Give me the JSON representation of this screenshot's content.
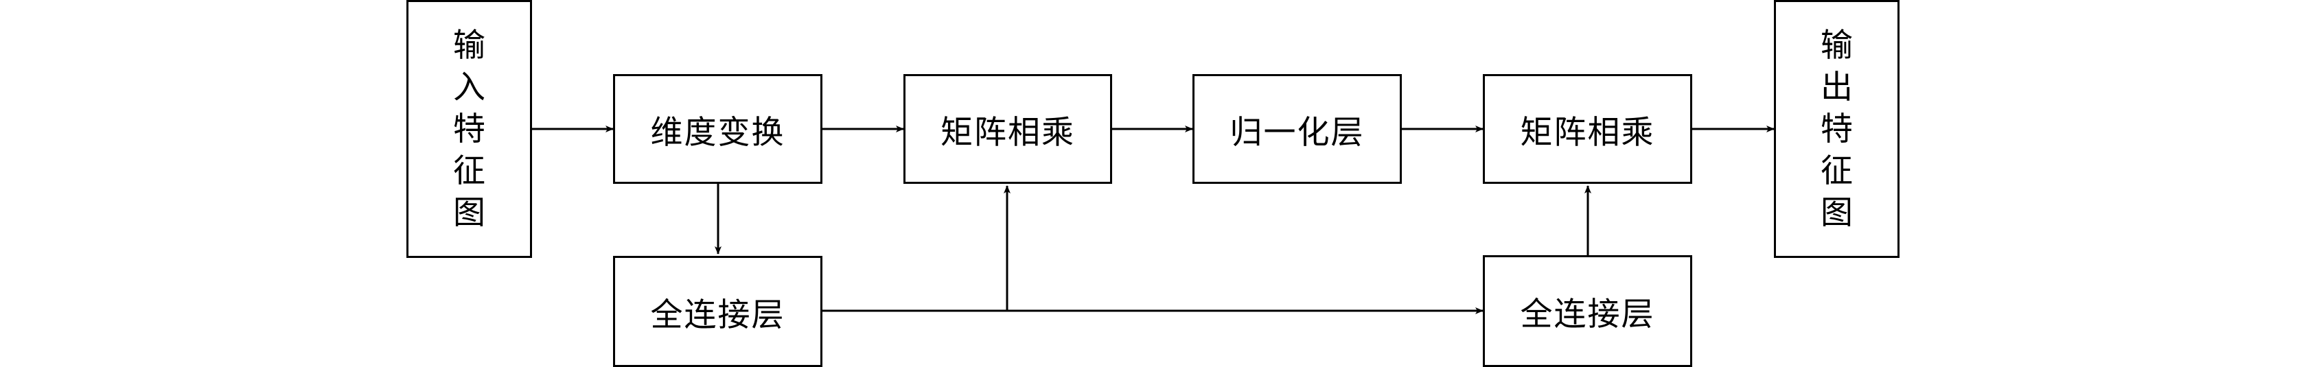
{
  "nodes": {
    "input_feature_map": "输入特征图",
    "dim_transform": "维度变换",
    "matmul_1": "矩阵相乘",
    "normalization": "归一化层",
    "matmul_2": "矩阵相乘",
    "output_feature_map": "输出特征图",
    "fc_1": "全连接层",
    "fc_2": "全连接层"
  },
  "edges": [
    [
      "input_feature_map",
      "dim_transform"
    ],
    [
      "dim_transform",
      "matmul_1"
    ],
    [
      "matmul_1",
      "normalization"
    ],
    [
      "normalization",
      "matmul_2"
    ],
    [
      "matmul_2",
      "output_feature_map"
    ],
    [
      "dim_transform",
      "fc_1"
    ],
    [
      "fc_1",
      "matmul_1"
    ],
    [
      "fc_1",
      "fc_2"
    ],
    [
      "fc_2",
      "matmul_2"
    ]
  ],
  "colors": {
    "stroke": "#000000",
    "background": "#ffffff"
  }
}
